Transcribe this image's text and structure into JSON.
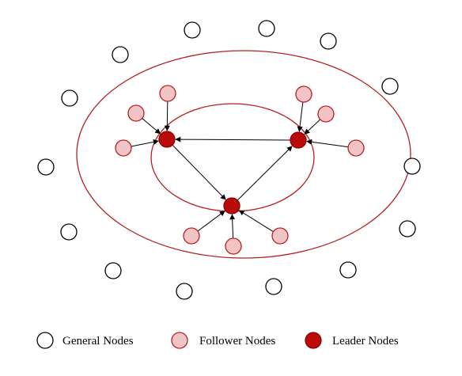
{
  "colors": {
    "ring": "#b52020",
    "general_fill": "#ffffff",
    "general_stroke": "#000000",
    "follower_fill": "#f2c4c6",
    "follower_stroke": "#b52020",
    "leader_fill": "#bb0a0a",
    "leader_stroke": "#8a0000",
    "arrow": "#000000"
  },
  "legend": {
    "general_label": "General Nodes",
    "follower_label": "Follower Nodes",
    "leader_label": "Leader Nodes"
  }
}
